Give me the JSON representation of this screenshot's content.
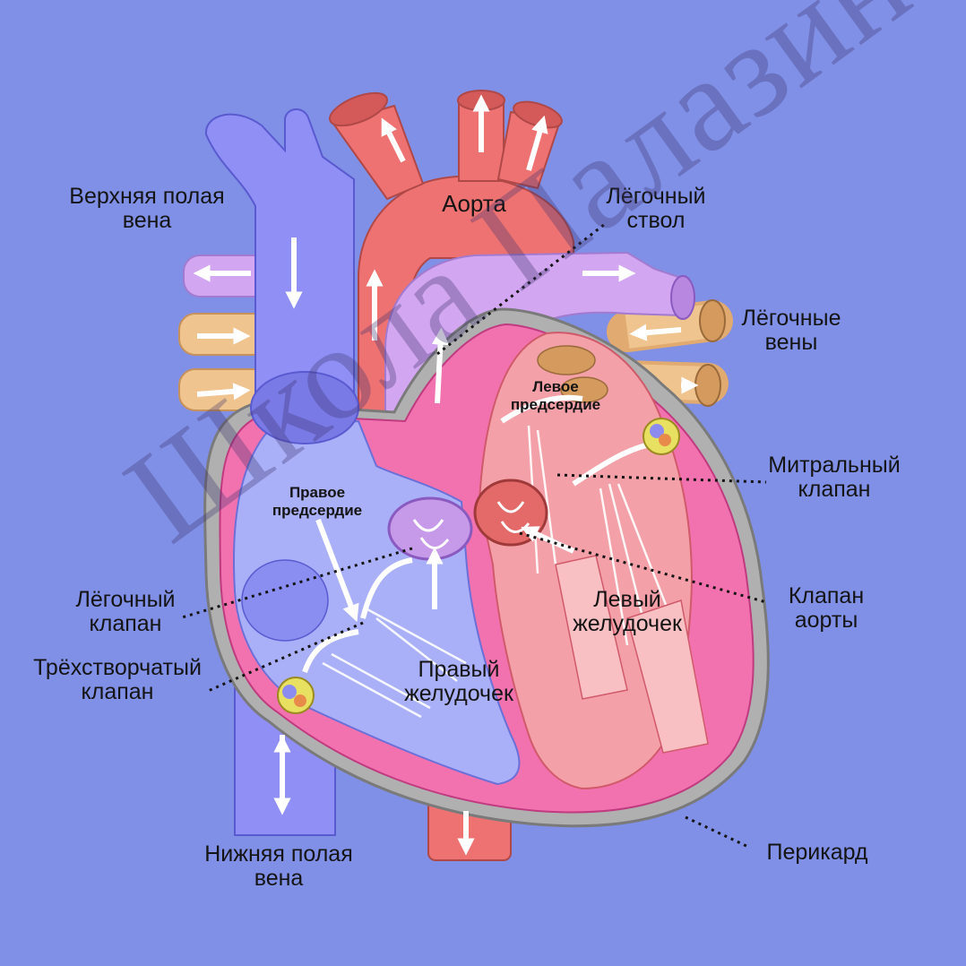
{
  "labels": {
    "svc": [
      "Верхняя полая",
      "вена"
    ],
    "aorta": "Аорта",
    "pulm_trunk": [
      "Лёгочный",
      "ствол"
    ],
    "pulm_veins": [
      "Лёгочные",
      "вены"
    ],
    "left_atrium": [
      "Левое",
      "предсердие"
    ],
    "right_atrium": [
      "Правое",
      "предсердие"
    ],
    "mitral": [
      "Митральный",
      "клапан"
    ],
    "aortic_valve": [
      "Клапан",
      "аорты"
    ],
    "left_ventricle": [
      "Левый",
      "желудочек"
    ],
    "pulm_valve": [
      "Лёгочный",
      "клапан"
    ],
    "tricuspid": [
      "Трёхстворчатый",
      "клапан"
    ],
    "right_ventricle": [
      "Правый",
      "желудочек"
    ],
    "ivc": [
      "Нижняя полая",
      "вена"
    ],
    "pericardium": "Перикард"
  },
  "watermark": "Школа Палазина",
  "colors": {
    "background": "#8090e6",
    "vena_cava": "#8f8ff5",
    "aorta": "#ee7272",
    "pulmonary_artery": "#d2a6f0",
    "pulmonary_vein": "#f0c48e",
    "myocardium": "#f272b0",
    "pericardium": "#aaaaaa"
  }
}
